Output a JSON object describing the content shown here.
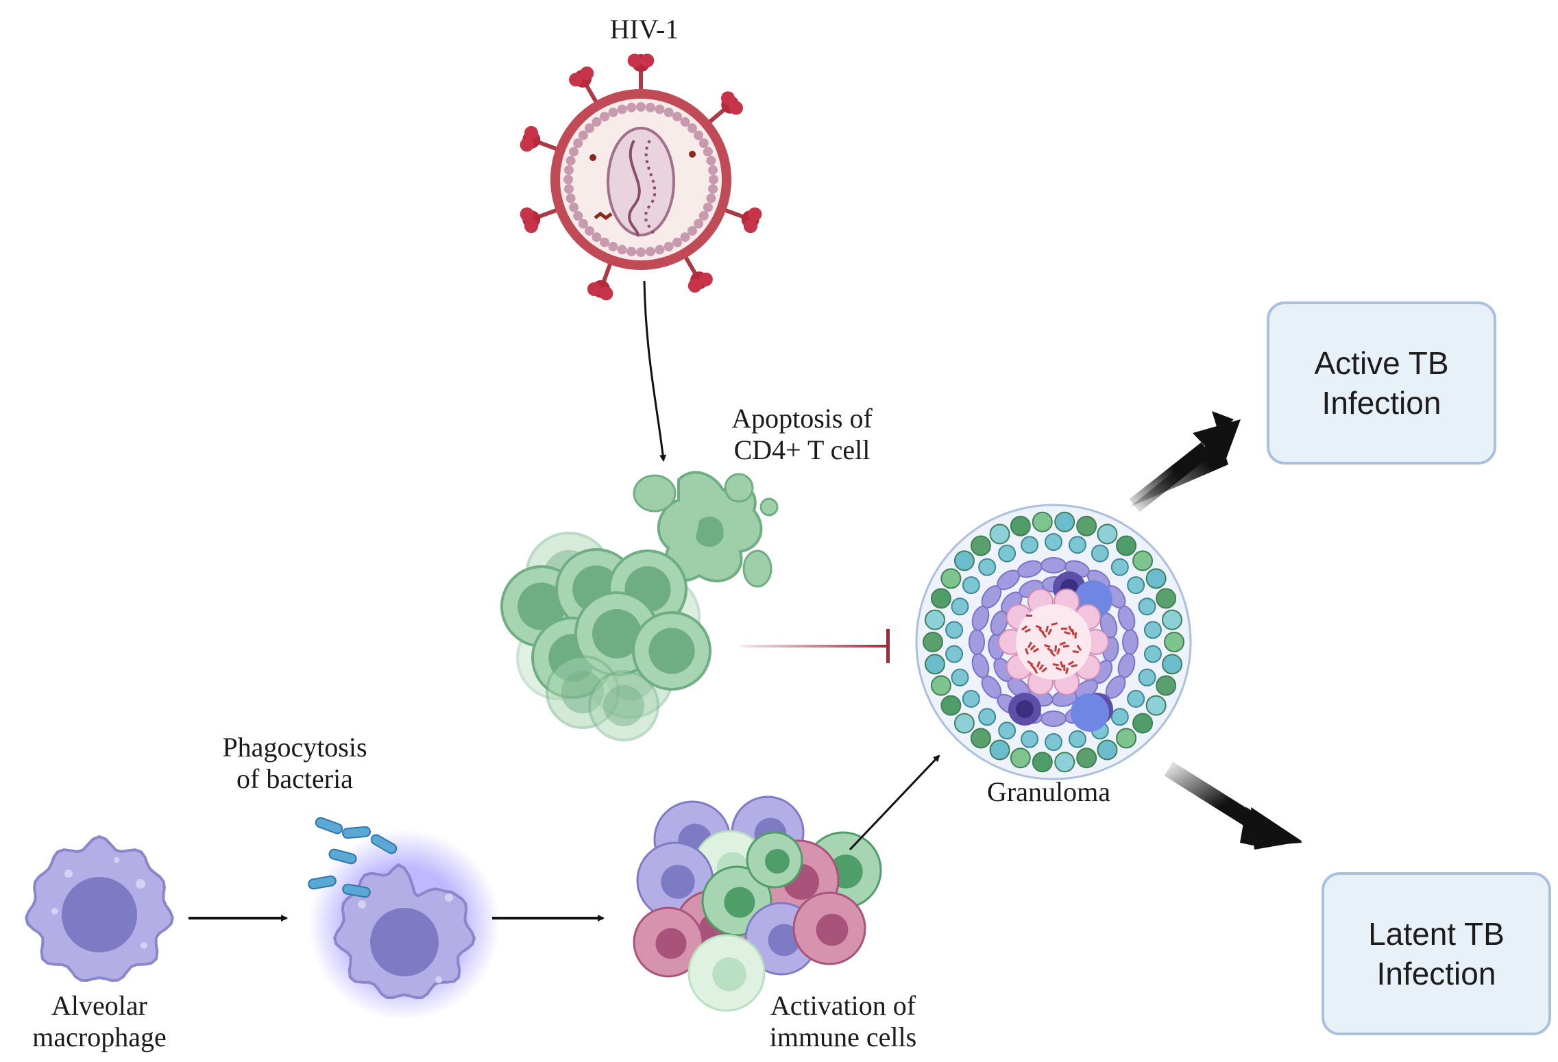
{
  "labels": {
    "hiv": "HIV-1",
    "apoptosis_line1": "Apoptosis of",
    "apoptosis_line2": "CD4+ T cell",
    "phagocytosis_line1": "Phagocytosis",
    "phagocytosis_line2": "of bacteria",
    "macrophage_line1": "Alveolar",
    "macrophage_line2": "macrophage",
    "activation_line1": "Activation of",
    "activation_line2": "immune cells",
    "granuloma": "Granuloma"
  },
  "outcomes": {
    "active": "Active TB\nInfection",
    "latent": "Latent TB\nInfection"
  },
  "colors": {
    "virus_membrane": "#a93a46",
    "virus_spike": "#b8283c",
    "virus_core": "#f7ecea",
    "tcell_green": "#6fae83",
    "macrophage_purple": "#a7a3dc",
    "bacteria_blue": "#5aa8d6",
    "inhibit_red": "#a8263a",
    "outcome_fill": "#e8f0f8",
    "outcome_border": "#a9c1dd"
  }
}
